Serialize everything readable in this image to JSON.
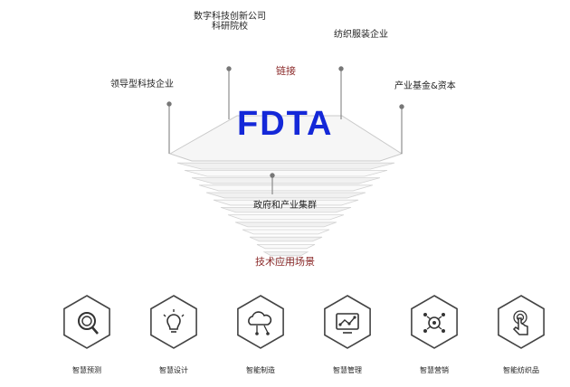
{
  "diagram": {
    "logo": {
      "text": "FDTA",
      "color": "#1428d8"
    },
    "top_labels": {
      "digital_line1": "数字科技创新公司",
      "digital_line2": "科研院校",
      "textile": "纺织服装企业",
      "leading": "领导型科技企业",
      "industry": "产业基金&资本",
      "link": "链接",
      "gov": "政府和产业集群",
      "scene": "技术应用场景"
    },
    "accent_color": "#8b2a2a",
    "icons": [
      {
        "label": "智慧预测",
        "icon": "magnifier-icon"
      },
      {
        "label": "智慧设计",
        "icon": "lightbulb-icon"
      },
      {
        "label": "智能制造",
        "icon": "cloud-network-icon"
      },
      {
        "label": "智慧管理",
        "icon": "chart-monitor-icon"
      },
      {
        "label": "智慧营销",
        "icon": "target-network-icon"
      },
      {
        "label": "智能纺织品",
        "icon": "touch-hand-icon"
      }
    ]
  }
}
